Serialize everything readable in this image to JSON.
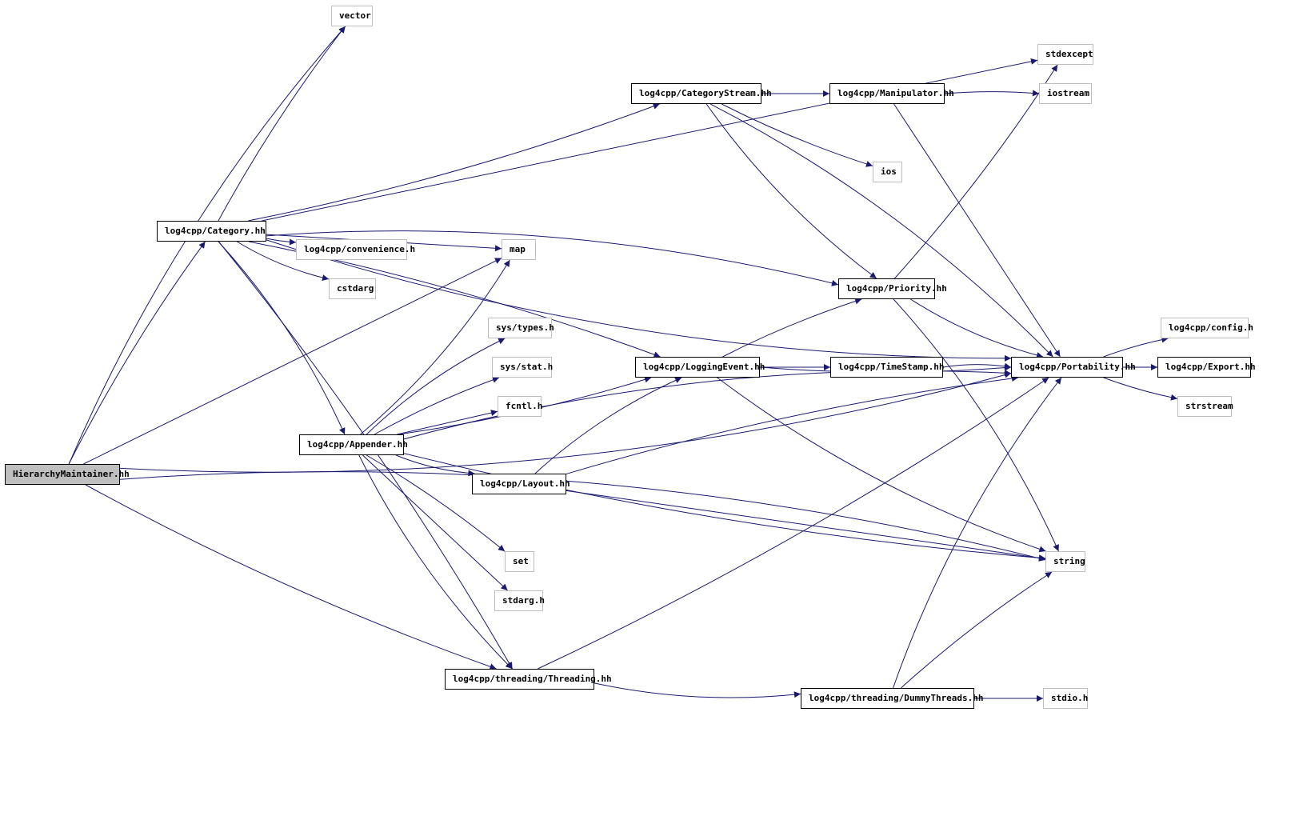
{
  "graph": {
    "title": "HierarchyMaintainer.hh include dependency graph",
    "edge_color": "#191970",
    "internal_border": "#000000",
    "external_border": "#bfbfbf",
    "root_fill": "#bfbfbf",
    "nodes": [
      {
        "id": "root",
        "label": "HierarchyMaintainer.hh",
        "kind": "root"
      },
      {
        "id": "vector",
        "label": "vector",
        "kind": "external"
      },
      {
        "id": "stdexcept",
        "label": "stdexcept",
        "kind": "external"
      },
      {
        "id": "categorystream",
        "label": "log4cpp/CategoryStream.hh",
        "kind": "internal"
      },
      {
        "id": "manipulator",
        "label": "log4cpp/Manipulator.hh",
        "kind": "internal"
      },
      {
        "id": "iostream",
        "label": "iostream",
        "kind": "external"
      },
      {
        "id": "ios",
        "label": "ios",
        "kind": "external"
      },
      {
        "id": "category",
        "label": "log4cpp/Category.hh",
        "kind": "internal"
      },
      {
        "id": "convenience",
        "label": "log4cpp/convenience.h",
        "kind": "external"
      },
      {
        "id": "map",
        "label": "map",
        "kind": "external"
      },
      {
        "id": "cstdarg",
        "label": "cstdarg",
        "kind": "external"
      },
      {
        "id": "priority",
        "label": "log4cpp/Priority.hh",
        "kind": "internal"
      },
      {
        "id": "systypes",
        "label": "sys/types.h",
        "kind": "external"
      },
      {
        "id": "config",
        "label": "log4cpp/config.h",
        "kind": "external"
      },
      {
        "id": "sysstat",
        "label": "sys/stat.h",
        "kind": "external"
      },
      {
        "id": "loggingevent",
        "label": "log4cpp/LoggingEvent.hh",
        "kind": "internal"
      },
      {
        "id": "timestamp",
        "label": "log4cpp/TimeStamp.hh",
        "kind": "internal"
      },
      {
        "id": "portability",
        "label": "log4cpp/Portability.hh",
        "kind": "internal"
      },
      {
        "id": "export",
        "label": "log4cpp/Export.hh",
        "kind": "internal"
      },
      {
        "id": "fcntl",
        "label": "fcntl.h",
        "kind": "external"
      },
      {
        "id": "strstream",
        "label": "strstream",
        "kind": "external"
      },
      {
        "id": "appender",
        "label": "log4cpp/Appender.hh",
        "kind": "internal"
      },
      {
        "id": "layout",
        "label": "log4cpp/Layout.hh",
        "kind": "internal"
      },
      {
        "id": "set",
        "label": "set",
        "kind": "external"
      },
      {
        "id": "string",
        "label": "string",
        "kind": "external"
      },
      {
        "id": "stdarg",
        "label": "stdarg.h",
        "kind": "external"
      },
      {
        "id": "threading",
        "label": "log4cpp/threading/Threading.hh",
        "kind": "internal"
      },
      {
        "id": "dummythreads",
        "label": "log4cpp/threading/DummyThreads.hh",
        "kind": "internal"
      },
      {
        "id": "stdio",
        "label": "stdio.h",
        "kind": "external"
      }
    ],
    "edges": [
      {
        "from": "root",
        "to": "vector"
      },
      {
        "from": "root",
        "to": "category"
      },
      {
        "from": "root",
        "to": "map"
      },
      {
        "from": "root",
        "to": "threading"
      },
      {
        "from": "root",
        "to": "portability"
      },
      {
        "from": "root",
        "to": "string"
      },
      {
        "from": "category",
        "to": "vector"
      },
      {
        "from": "category",
        "to": "stdexcept"
      },
      {
        "from": "category",
        "to": "categorystream"
      },
      {
        "from": "category",
        "to": "portability"
      },
      {
        "from": "category",
        "to": "priority"
      },
      {
        "from": "category",
        "to": "loggingevent"
      },
      {
        "from": "category",
        "to": "map"
      },
      {
        "from": "category",
        "to": "convenience"
      },
      {
        "from": "category",
        "to": "cstdarg"
      },
      {
        "from": "category",
        "to": "appender"
      },
      {
        "from": "category",
        "to": "threading"
      },
      {
        "from": "categorystream",
        "to": "manipulator"
      },
      {
        "from": "categorystream",
        "to": "ios"
      },
      {
        "from": "categorystream",
        "to": "priority"
      },
      {
        "from": "categorystream",
        "to": "portability"
      },
      {
        "from": "manipulator",
        "to": "iostream"
      },
      {
        "from": "manipulator",
        "to": "portability"
      },
      {
        "from": "priority",
        "to": "stdexcept"
      },
      {
        "from": "priority",
        "to": "portability"
      },
      {
        "from": "priority",
        "to": "string"
      },
      {
        "from": "loggingevent",
        "to": "priority"
      },
      {
        "from": "loggingevent",
        "to": "timestamp"
      },
      {
        "from": "loggingevent",
        "to": "portability"
      },
      {
        "from": "loggingevent",
        "to": "string"
      },
      {
        "from": "timestamp",
        "to": "portability"
      },
      {
        "from": "portability",
        "to": "config"
      },
      {
        "from": "portability",
        "to": "export"
      },
      {
        "from": "portability",
        "to": "strstream"
      },
      {
        "from": "appender",
        "to": "map"
      },
      {
        "from": "appender",
        "to": "systypes"
      },
      {
        "from": "appender",
        "to": "sysstat"
      },
      {
        "from": "appender",
        "to": "fcntl"
      },
      {
        "from": "appender",
        "to": "loggingevent"
      },
      {
        "from": "appender",
        "to": "layout"
      },
      {
        "from": "appender",
        "to": "portability"
      },
      {
        "from": "appender",
        "to": "set"
      },
      {
        "from": "appender",
        "to": "stdarg"
      },
      {
        "from": "appender",
        "to": "string"
      },
      {
        "from": "appender",
        "to": "threading"
      },
      {
        "from": "layout",
        "to": "loggingevent"
      },
      {
        "from": "layout",
        "to": "portability"
      },
      {
        "from": "layout",
        "to": "string"
      },
      {
        "from": "threading",
        "to": "portability"
      },
      {
        "from": "threading",
        "to": "dummythreads"
      },
      {
        "from": "dummythreads",
        "to": "portability"
      },
      {
        "from": "dummythreads",
        "to": "string"
      },
      {
        "from": "dummythreads",
        "to": "stdio"
      }
    ]
  }
}
